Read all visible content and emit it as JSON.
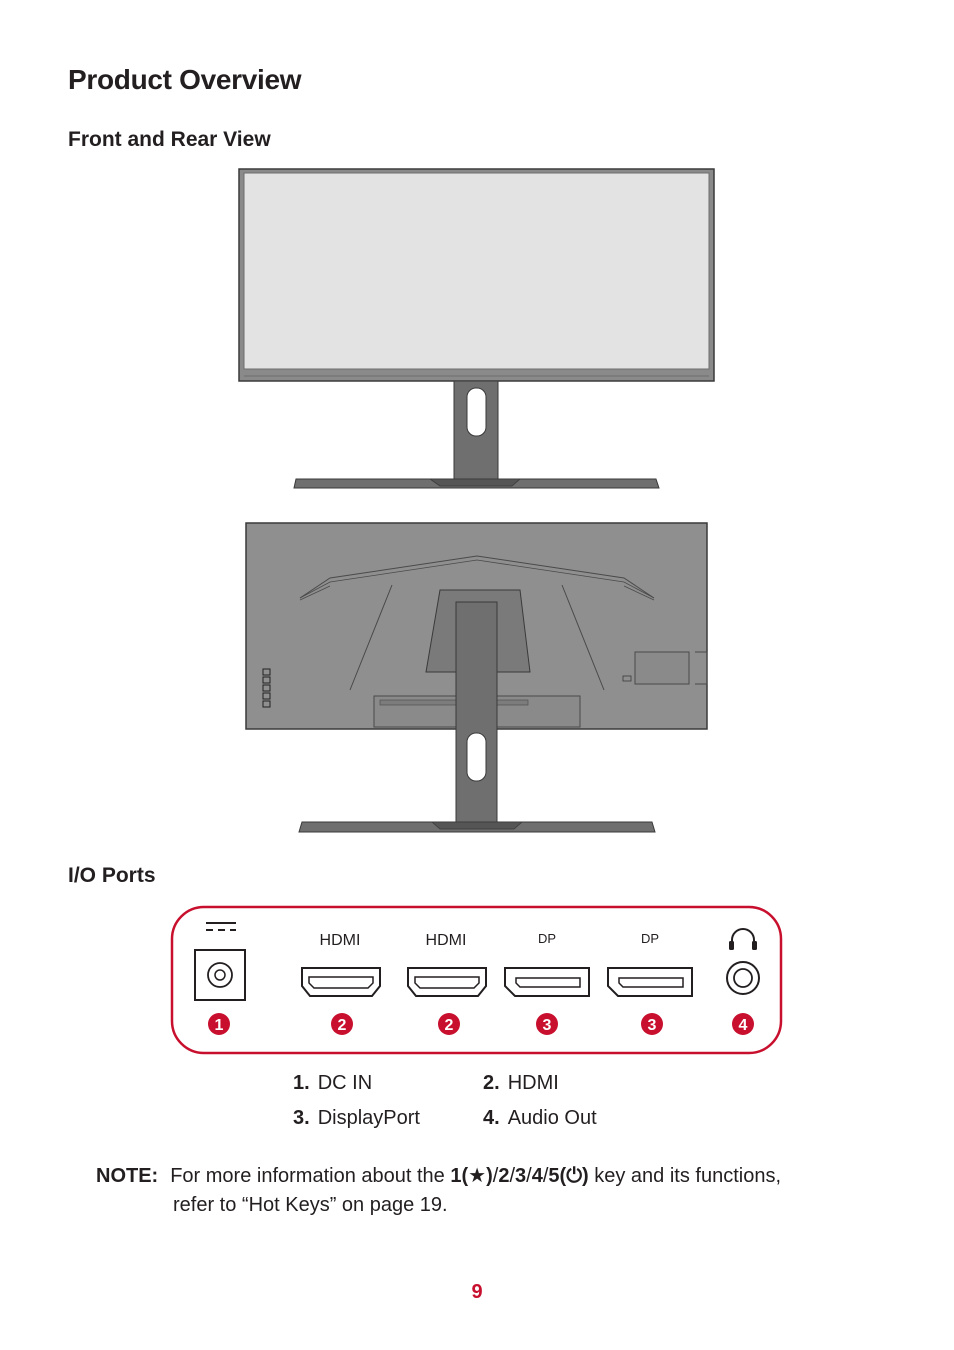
{
  "page": {
    "title": "Product Overview",
    "section_front_rear": "Front and Rear View",
    "section_io": "I/O Ports",
    "page_number": "9"
  },
  "io_panel": {
    "port_labels": [
      "HDMI",
      "HDMI",
      "DP",
      "DP"
    ],
    "badges": [
      "1",
      "2",
      "2",
      "3",
      "3",
      "4"
    ],
    "accent_color": "#c8102e",
    "icons": [
      "dc-symbol-icon",
      "headphone-icon"
    ]
  },
  "legend": [
    {
      "num": "1.",
      "label": "DC IN"
    },
    {
      "num": "2.",
      "label": "HDMI"
    },
    {
      "num": "3.",
      "label": "DisplayPort"
    },
    {
      "num": "4.",
      "label": "Audio Out"
    }
  ],
  "note": {
    "label": "NOTE:",
    "before": "For more information about the ",
    "key1": "1(",
    "star": "★",
    "key1_close": ")",
    "slash1": "/",
    "key2": "2",
    "slash2": "/",
    "key3": "3",
    "slash3": "/",
    "key4": "4",
    "slash4": "/",
    "key5": "5(",
    "power": "⏻",
    "key5_close": ")",
    "after": " key and its functions,",
    "line2": "refer to “Hot Keys” on page 19."
  }
}
